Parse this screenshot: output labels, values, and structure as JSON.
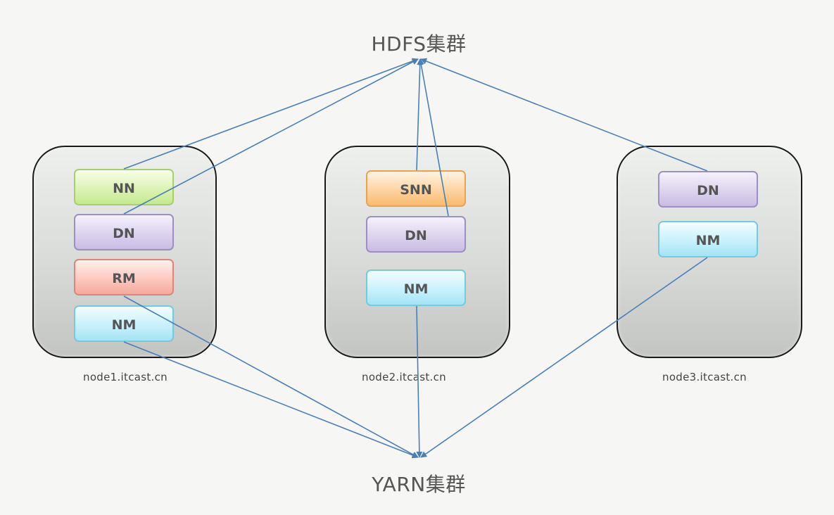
{
  "clusters": {
    "hdfs": "HDFS集群",
    "yarn": "YARN集群"
  },
  "nodes": [
    {
      "host": "node1.itcast.cn",
      "services": [
        "NN",
        "DN",
        "RM",
        "NM"
      ]
    },
    {
      "host": "node2.itcast.cn",
      "services": [
        "SNN",
        "DN",
        "NM"
      ]
    },
    {
      "host": "node3.itcast.cn",
      "services": [
        "DN",
        "NM"
      ]
    }
  ],
  "connections": [
    {
      "from": "node1.NN",
      "to": "HDFS集群"
    },
    {
      "from": "node1.DN",
      "to": "HDFS集群"
    },
    {
      "from": "node2.SNN",
      "to": "HDFS集群"
    },
    {
      "from": "node2.DN",
      "to": "HDFS集群"
    },
    {
      "from": "node3.DN",
      "to": "HDFS集群"
    },
    {
      "from": "node1.RM",
      "to": "YARN集群"
    },
    {
      "from": "node1.NM",
      "to": "YARN集群"
    },
    {
      "from": "node2.NM",
      "to": "YARN集群"
    },
    {
      "from": "node3.NM",
      "to": "YARN集群"
    }
  ],
  "colors": {
    "line": "#4a7fb6",
    "NN": "#c6e98e",
    "DN": "#c9bce3",
    "RM": "#f4aa9c",
    "NM": "#a4e4f4",
    "SNN": "#f9bb6e"
  }
}
